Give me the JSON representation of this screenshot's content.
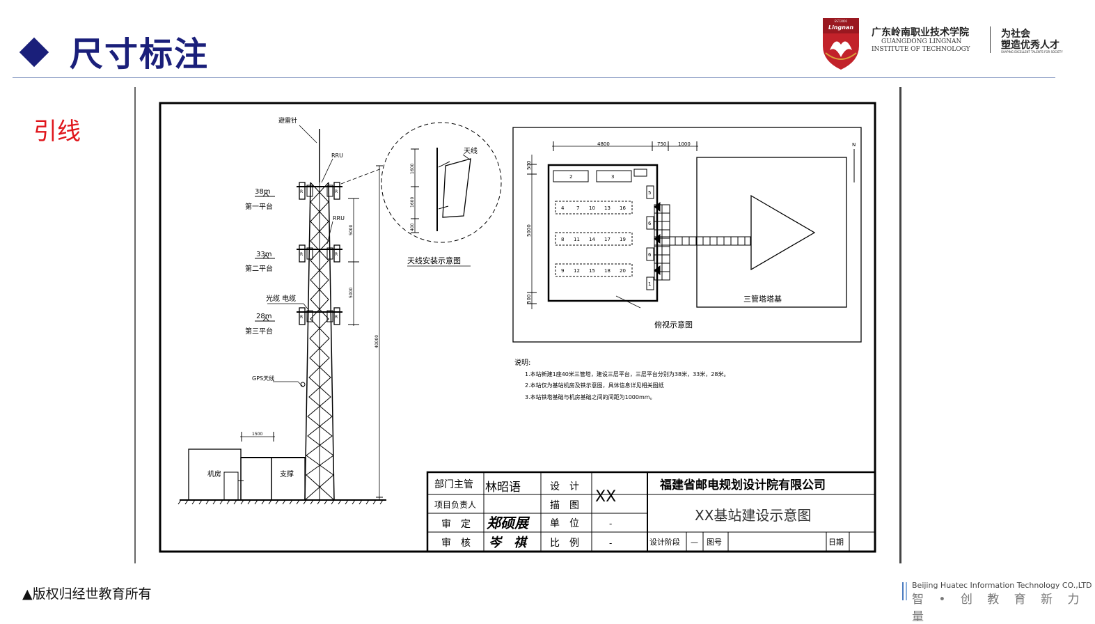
{
  "header": {
    "title": "尺寸标注"
  },
  "section_label": "引线",
  "logo": {
    "shield_top": "EST.2001",
    "shield_text": "Lingnan",
    "school_cn": "广东岭南职业技术学院",
    "school_en_line1": "GUANGDONG LINGNAN",
    "school_en_line2": "INSTITUTE OF TECHNOLOGY",
    "motto_line1": "为社会",
    "motto_line2": "塑造优秀人才",
    "motto_en": "SHAPING EXCELLENT TALENTS FOR SOCIETY"
  },
  "footer": {
    "copyright": "▲版权归经世教育所有",
    "company_en": "Beijing Huatec Information Technology CO.,LTD",
    "company_cn": "智 • 创 教 育 新 力 量"
  },
  "drawing": {
    "tower": {
      "lightning_rod": "避雷针",
      "rru_top": "RRU",
      "rru_mid": "RRU",
      "platform1_height": "38m",
      "platform1_name": "第一平台",
      "platform2_height": "33m",
      "platform2_name": "第二平台",
      "cable": "光缆 电缆",
      "platform3_height": "28m",
      "platform3_name": "第三平台",
      "gps": "GPS天线",
      "dim_5000a": "5000",
      "dim_5000b": "5000",
      "dim_40000": "40000",
      "dim_1500": "1500",
      "room": "机房",
      "support": "支撑",
      "rru_box": "R"
    },
    "antenna_detail": {
      "antenna": "天线",
      "dim_a": "1600",
      "dim_b": "1600",
      "dim_c": "400",
      "caption": "天线安装示意图"
    },
    "plan": {
      "dim_4800": "4800",
      "dim_750": "750",
      "dim_1000": "1000",
      "dim_side_top": "500",
      "dim_side_mid": "5000",
      "dim_side_bottom": "500",
      "north": "N",
      "top_cells": [
        "2",
        "3"
      ],
      "row1": [
        "4",
        "7",
        "10",
        "13",
        "16"
      ],
      "row2": [
        "8",
        "11",
        "14",
        "17",
        "19"
      ],
      "row3": [
        "9",
        "12",
        "15",
        "18",
        "20"
      ],
      "side_cells": [
        "5",
        "6",
        "6",
        "1"
      ],
      "base_label": "三管塔塔基",
      "caption": "俯视示意图"
    },
    "notes": {
      "heading": "说明:",
      "items": [
        "1.本站新建1座40米三管塔，建设三层平台，三层平台分别为38米，33米，28米。",
        "2.本站仅为基站机房及铁示意图，具体信息详见相关图纸",
        "3.本站铁塔基础与机房基础之间的间距为1000mm。"
      ]
    },
    "title_block": {
      "dept_head": "部门主管",
      "dept_head_name": "林昭语",
      "project_lead": "项目负责人",
      "review": "审　定",
      "review_name": "郑硕展",
      "check": "审　核",
      "check_name": "岑　祺",
      "design": "设　计",
      "design_val": "XX",
      "draw": "描　图",
      "unit": "单　位",
      "unit_val": "-",
      "scale": "比　例",
      "scale_val": "-",
      "company": "福建省邮电规划设计院有限公司",
      "drawing_title": "XX基站建设示意图",
      "stage": "设计阶段",
      "stage_val": "—",
      "drawing_no": "图号",
      "date": "日期"
    }
  }
}
